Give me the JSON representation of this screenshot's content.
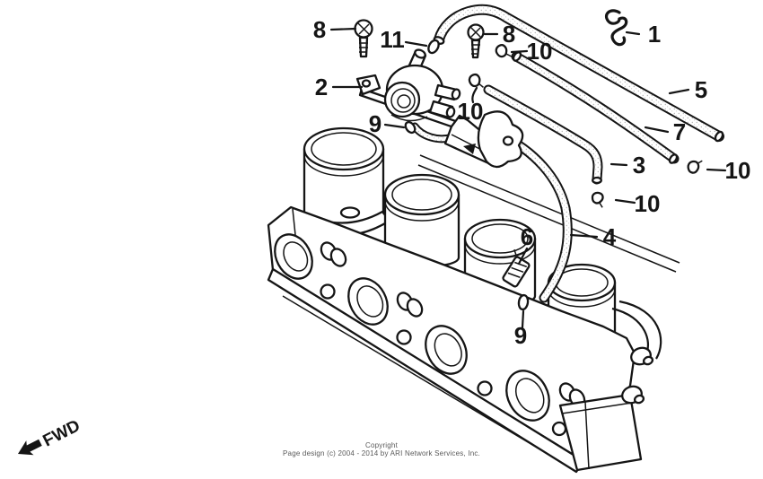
{
  "diagram": {
    "kind": "carburetor parts illustration",
    "background": "#ffffff",
    "line_color": "#151515"
  },
  "callouts": [
    "8",
    "11",
    "8",
    "1",
    "10",
    "2",
    "5",
    "10",
    "9",
    "7",
    "3",
    "10",
    "10",
    "6",
    "4",
    "9"
  ],
  "fwd_marker": "FWD",
  "copyright": {
    "line1": "Copyright",
    "line2": "Page design (c) 2004 - 2014 by ARI Network Services, Inc."
  },
  "colors": {
    "ink": "#151515",
    "paper": "#ffffff",
    "copyright_text": "#5a5a5a"
  }
}
